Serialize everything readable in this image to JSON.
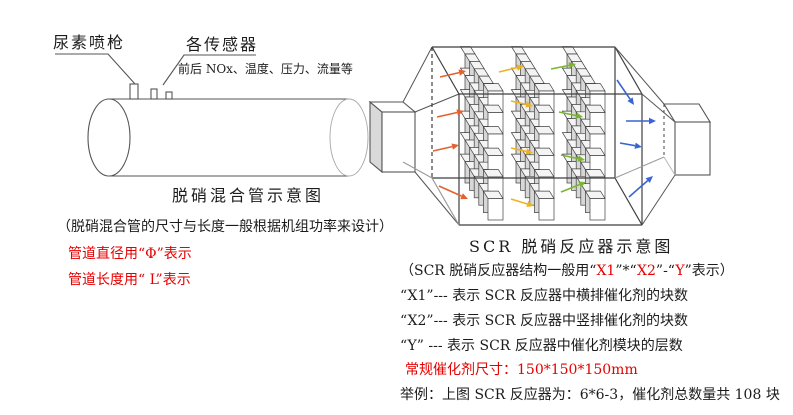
{
  "colors": {
    "red_text": "#e60000",
    "line": "#3f3f3f",
    "arrow_orange": "#e2612f",
    "arrow_yellow": "#eeb220",
    "arrow_green": "#7ab52e",
    "arrow_blue": "#3a64d4",
    "catalyst_fill": "#d7d7d7"
  },
  "left_figure": {
    "label_urea_gun": "尿素喷枪",
    "label_sensors": "各传感器",
    "sensors_detail": "前后 NOx、温度、压力、流量等",
    "caption": "脱硝混合管示意图",
    "note_design": "（脱硝混合管的尺寸与长度一般根据机组功率来设计）",
    "note_diameter": "管道直径用“Φ”表示",
    "note_length": "管道长度用“ L”表示"
  },
  "right_figure": {
    "caption": "SCR 脱硝反应器示意图",
    "formula": {
      "prefix": "（SCR 脱硝反应器结构一般用“",
      "x1": "X1",
      "sep1": "”*“",
      "x2": "X2",
      "sep2": "”-“",
      "y": "Y",
      "suffix": "”表示）"
    },
    "note_x1": "“X1”--- 表示 SCR 反应器中横排催化剂的块数",
    "note_x2": "“X2”--- 表示 SCR 反应器中竖排催化剂的块数",
    "note_y": "“Y” --- 表示 SCR 反应器中催化剂模块的层数",
    "note_size": "常规催化剂尺寸：150*150*150mm",
    "note_example": "举例：上图 SCR 反应器为：6*6-3，催化剂总数量共 108 块"
  }
}
